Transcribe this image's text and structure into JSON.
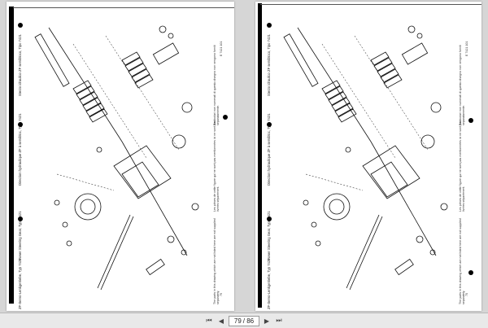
{
  "left_page": {
    "header_de": "ZF-Servo-Lenkgetriebe, Typ 7421",
    "header_en": "Power Steering Gear, Type 7421",
    "header_fr": "Direction hydraulique ZF à semibloc, Type 7421",
    "header_it": "Sterzo idraulico ZF semibloco, Tipo 7421",
    "doc_code": "E 7421 101",
    "page_number": "75",
    "note_left": "The parts in this drawing which are not listed here are not supplied separately.",
    "note_mid": "Les pièces de cette figure qui ne sont pas mentionnées ici ne sont pas livrées séparément.",
    "note_right": "Particolari non numerati di questo disegno non vengono forniti separatamente."
  },
  "right_page": {
    "header_de": "ZF-Servo-Lenkgetriebe, Typ 7421",
    "header_en": "Power Steering Gear, Type 7421",
    "header_fr": "Direction hydraulique ZF à semibloc, Type 7421",
    "header_it": "Sterzo idraulico ZF semibloco, Tipo 7421",
    "doc_code": "E 7421 101",
    "page_number": "75",
    "note_left": "The parts in this drawing which are not listed here are not supplied separately.",
    "note_mid": "Les pièces de cette figure qui ne sont pas mentionnées ici ne sont pas livrées séparément.",
    "note_right": "Particolari non numerati di questo disegno non vengono forniti separatamente."
  },
  "toolbar": {
    "page_field": "79",
    "page_total": "/ 86",
    "icons": [
      "first-page-icon",
      "prev-page-icon",
      "next-page-icon",
      "last-page-icon"
    ]
  }
}
